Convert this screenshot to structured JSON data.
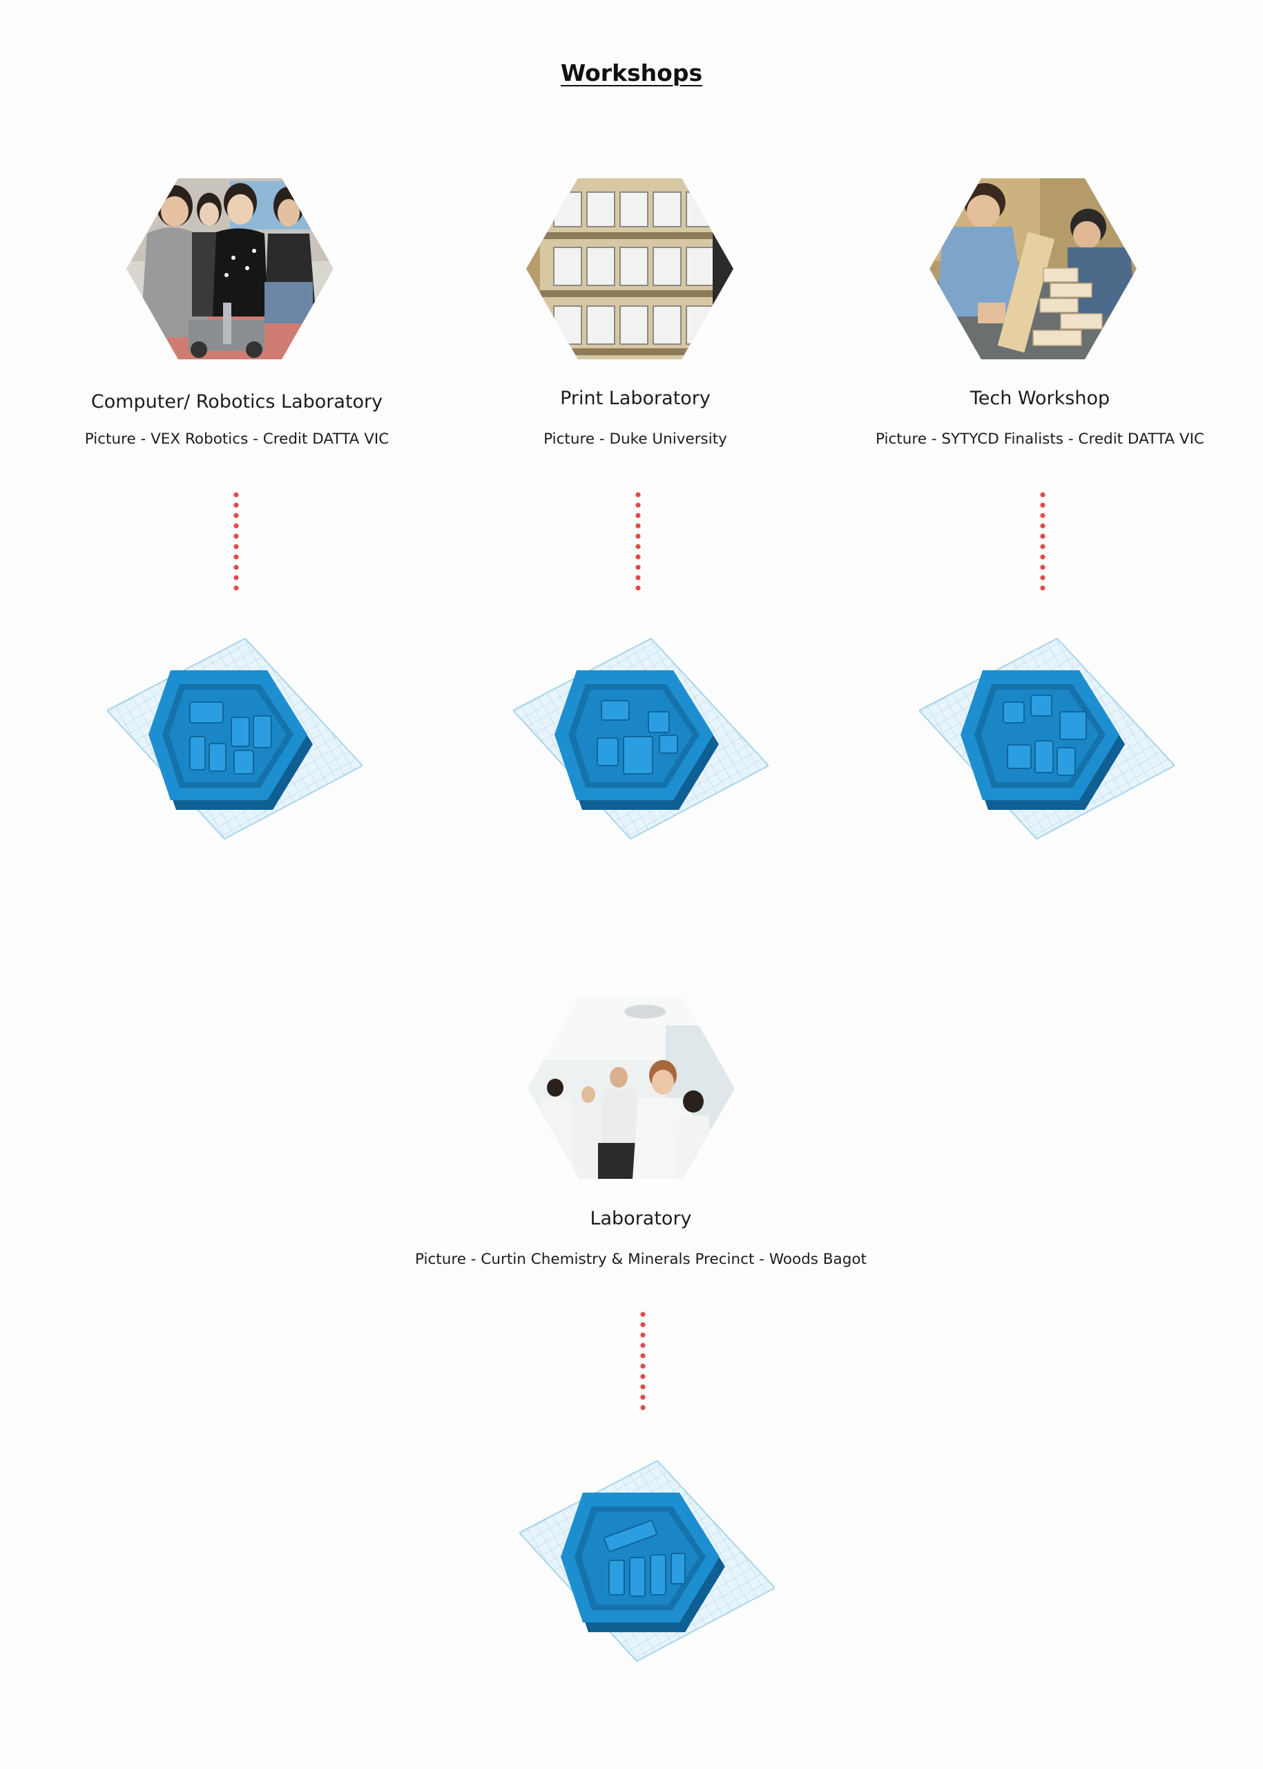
{
  "page": {
    "title": "Workshops"
  },
  "colors": {
    "dots": "#e24a4a",
    "model_blue": "#1d8fd0",
    "grid": "#a8d4ec"
  },
  "sections": [
    {
      "caption": "Computer/ Robotics Laboratory",
      "credit": "Picture - VEX Robotics - Credit DATTA VIC",
      "photo_icon": "students-robot-photo"
    },
    {
      "caption": "Print Laboratory",
      "credit": "Picture - Duke University",
      "photo_icon": "3d-printers-photo"
    },
    {
      "caption": "Tech Workshop",
      "credit": "Picture - SYTYCD Finalists - Credit DATTA VIC",
      "photo_icon": "woodwork-photo"
    },
    {
      "caption": "Laboratory",
      "credit": "Picture - Curtin Chemistry & Minerals Precinct - Woods Bagot",
      "photo_icon": "science-lab-photo"
    }
  ]
}
